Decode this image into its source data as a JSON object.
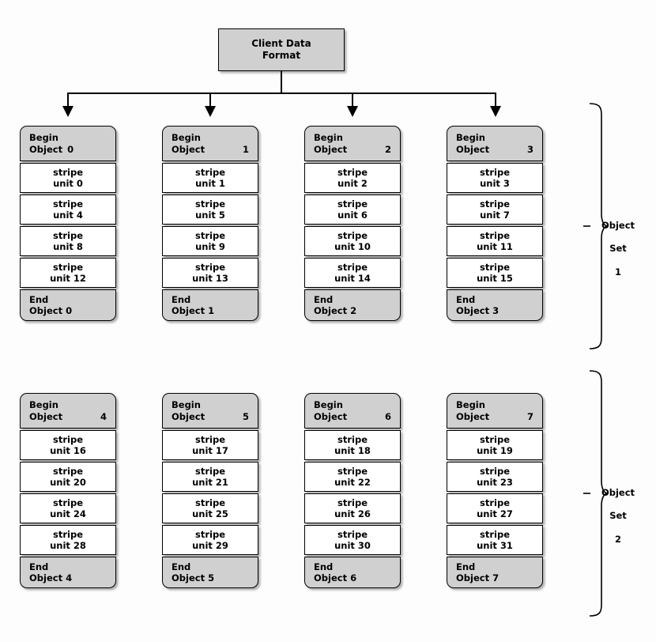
{
  "diagram": {
    "title": "Client Data Format",
    "root": {
      "line1": "Client Data",
      "line2": "Format"
    },
    "colors": {
      "background": "#fdfdfd",
      "box_fill_gray": "#d0d0d0",
      "box_fill_white": "#ffffff",
      "stroke": "#000000",
      "text": "#000000"
    },
    "columns": [
      {
        "begin": {
          "keyword": "Begin",
          "label": "Object",
          "number": "0",
          "number_aligned": "left"
        },
        "stripes": [
          {
            "line1": "stripe",
            "line2": "unit 0"
          },
          {
            "line1": "stripe",
            "line2": "unit 4"
          },
          {
            "line1": "stripe",
            "line2": "unit 8"
          },
          {
            "line1": "stripe",
            "line2": "unit 12"
          }
        ],
        "end": {
          "keyword": "End",
          "label": "Object 0"
        }
      },
      {
        "begin": {
          "keyword": "Begin",
          "label": "Object",
          "number": "1",
          "number_aligned": "right"
        },
        "stripes": [
          {
            "line1": "stripe",
            "line2": "unit 1"
          },
          {
            "line1": "stripe",
            "line2": "unit 5"
          },
          {
            "line1": "stripe",
            "line2": "unit 9"
          },
          {
            "line1": "stripe",
            "line2": "unit 13"
          }
        ],
        "end": {
          "keyword": "End",
          "label": "Object 1"
        }
      },
      {
        "begin": {
          "keyword": "Begin",
          "label": "Object",
          "number": "2",
          "number_aligned": "right"
        },
        "stripes": [
          {
            "line1": "stripe",
            "line2": "unit 2"
          },
          {
            "line1": "stripe",
            "line2": "unit 6"
          },
          {
            "line1": "stripe",
            "line2": "unit 10"
          },
          {
            "line1": "stripe",
            "line2": "unit 14"
          }
        ],
        "end": {
          "keyword": "End",
          "label": "Object 2"
        }
      },
      {
        "begin": {
          "keyword": "Begin",
          "label": "Object",
          "number": "3",
          "number_aligned": "right"
        },
        "stripes": [
          {
            "line1": "stripe",
            "line2": "unit 3"
          },
          {
            "line1": "stripe",
            "line2": "unit 7"
          },
          {
            "line1": "stripe",
            "line2": "unit 11"
          },
          {
            "line1": "stripe",
            "line2": "unit 15"
          }
        ],
        "end": {
          "keyword": "End",
          "label": "Object 3"
        }
      },
      {
        "begin": {
          "keyword": "Begin",
          "label": "Object",
          "number": "4",
          "number_aligned": "right"
        },
        "stripes": [
          {
            "line1": "stripe",
            "line2": "unit 16"
          },
          {
            "line1": "stripe",
            "line2": "unit 20"
          },
          {
            "line1": "stripe",
            "line2": "unit 24"
          },
          {
            "line1": "stripe",
            "line2": "unit 28"
          }
        ],
        "end": {
          "keyword": "End",
          "label": "Object 4"
        }
      },
      {
        "begin": {
          "keyword": "Begin",
          "label": "Object",
          "number": "5",
          "number_aligned": "right"
        },
        "stripes": [
          {
            "line1": "stripe",
            "line2": "unit 17"
          },
          {
            "line1": "stripe",
            "line2": "unit 21"
          },
          {
            "line1": "stripe",
            "line2": "unit 25"
          },
          {
            "line1": "stripe",
            "line2": "unit 29"
          }
        ],
        "end": {
          "keyword": "End",
          "label": "Object 5"
        }
      },
      {
        "begin": {
          "keyword": "Begin",
          "label": "Object",
          "number": "6",
          "number_aligned": "right"
        },
        "stripes": [
          {
            "line1": "stripe",
            "line2": "unit 18"
          },
          {
            "line1": "stripe",
            "line2": "unit 22"
          },
          {
            "line1": "stripe",
            "line2": "unit 26"
          },
          {
            "line1": "stripe",
            "line2": "unit 30"
          }
        ],
        "end": {
          "keyword": "End",
          "label": "Object 6"
        }
      },
      {
        "begin": {
          "keyword": "Begin",
          "label": "Object",
          "number": "7",
          "number_aligned": "right"
        },
        "stripes": [
          {
            "line1": "stripe",
            "line2": "unit 19"
          },
          {
            "line1": "stripe",
            "line2": "unit 23"
          },
          {
            "line1": "stripe",
            "line2": "unit 27"
          },
          {
            "line1": "stripe",
            "line2": "unit 31"
          }
        ],
        "end": {
          "keyword": "End",
          "label": "Object 7"
        }
      }
    ],
    "object_sets": [
      {
        "line1": "Object",
        "line2": "Set",
        "line3": "1"
      },
      {
        "line1": "Object",
        "line2": "Set",
        "line3": "2"
      }
    ]
  }
}
